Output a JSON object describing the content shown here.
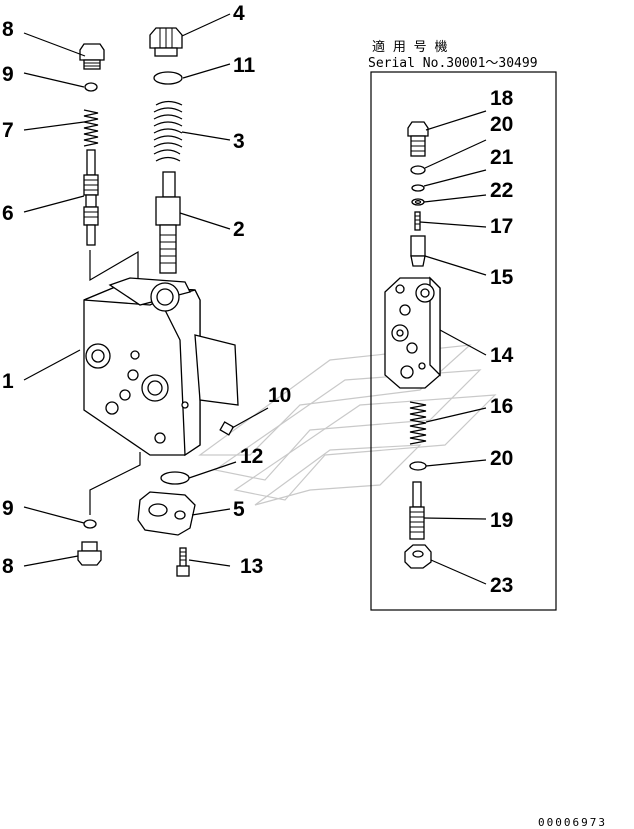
{
  "applicability": {
    "japanese": "適 用 号 機",
    "serial": "Serial No.30001～30499"
  },
  "drawing_code": "00006973",
  "callouts": {
    "c1": "1",
    "c2": "2",
    "c3": "3",
    "c4": "4",
    "c5": "5",
    "c6": "6",
    "c7": "7",
    "c8a": "8",
    "c8b": "8",
    "c9a": "9",
    "c9b": "9",
    "c10": "10",
    "c11": "11",
    "c12": "12",
    "c13": "13",
    "c14": "14",
    "c15": "15",
    "c16": "16",
    "c17": "17",
    "c18": "18",
    "c19": "19",
    "c20a": "20",
    "c20b": "20",
    "c21": "21",
    "c22": "22",
    "c23": "23"
  }
}
